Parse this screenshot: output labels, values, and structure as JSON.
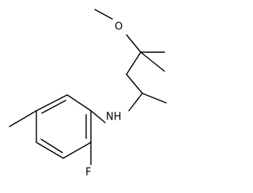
{
  "diagram": {
    "type": "skeletal-structure",
    "labels": {
      "oxygen": "O",
      "amine": "NH",
      "fluorine": "F"
    }
  }
}
